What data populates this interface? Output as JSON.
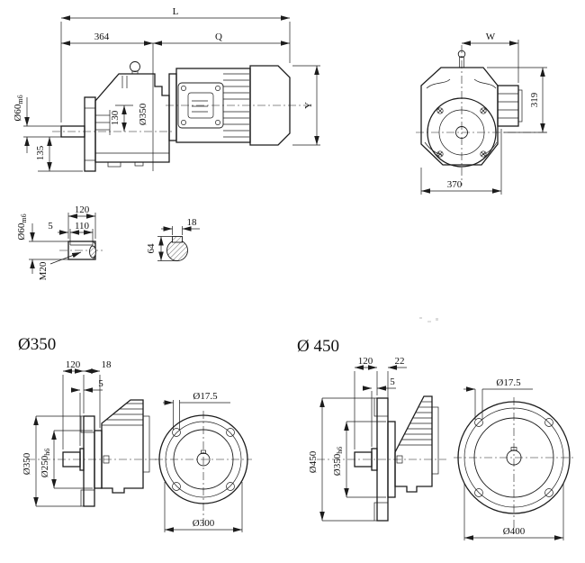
{
  "meta": {
    "background_color": "#ffffff",
    "line_color": "#1c1c1c",
    "drawing_type": "gear-reducer-dimension-drawing"
  },
  "side_view": {
    "overall_length": "L",
    "gear_unit_length": "364",
    "motor_length": "Q",
    "shaft_dia": "Ø60",
    "shaft_dia_tol": "m6",
    "axis_height": "135",
    "axis_offset": "130",
    "case_dia": "Ø350",
    "motor_height": "Y"
  },
  "front_view": {
    "width_to_box": "W",
    "height_319": "319",
    "width_370": "370"
  },
  "shaft_detail": {
    "length": "120",
    "end_gap": "5",
    "key_length": "110",
    "dia": "Ø60",
    "dia_tol": "m6",
    "tap": "M20"
  },
  "key_section": {
    "key_width": "18",
    "key_height": "64"
  },
  "flange_350": {
    "title": "Ø350",
    "shaft_length": "120",
    "flange_thickness": "18",
    "gap": "5",
    "outer_dia": "Ø350",
    "spigot_dia": "Ø250",
    "spigot_tol": "h6",
    "hole_dia": "Ø17.5",
    "bolt_circle": "Ø300"
  },
  "flange_450": {
    "title": "Ø 450",
    "shaft_length": "120",
    "flange_thickness": "22",
    "gap": "5",
    "outer_dia": "Ø450",
    "spigot_dia": "Ø350",
    "spigot_tol": "h6",
    "hole_dia": "Ø17.5",
    "bolt_circle": "Ø400"
  }
}
